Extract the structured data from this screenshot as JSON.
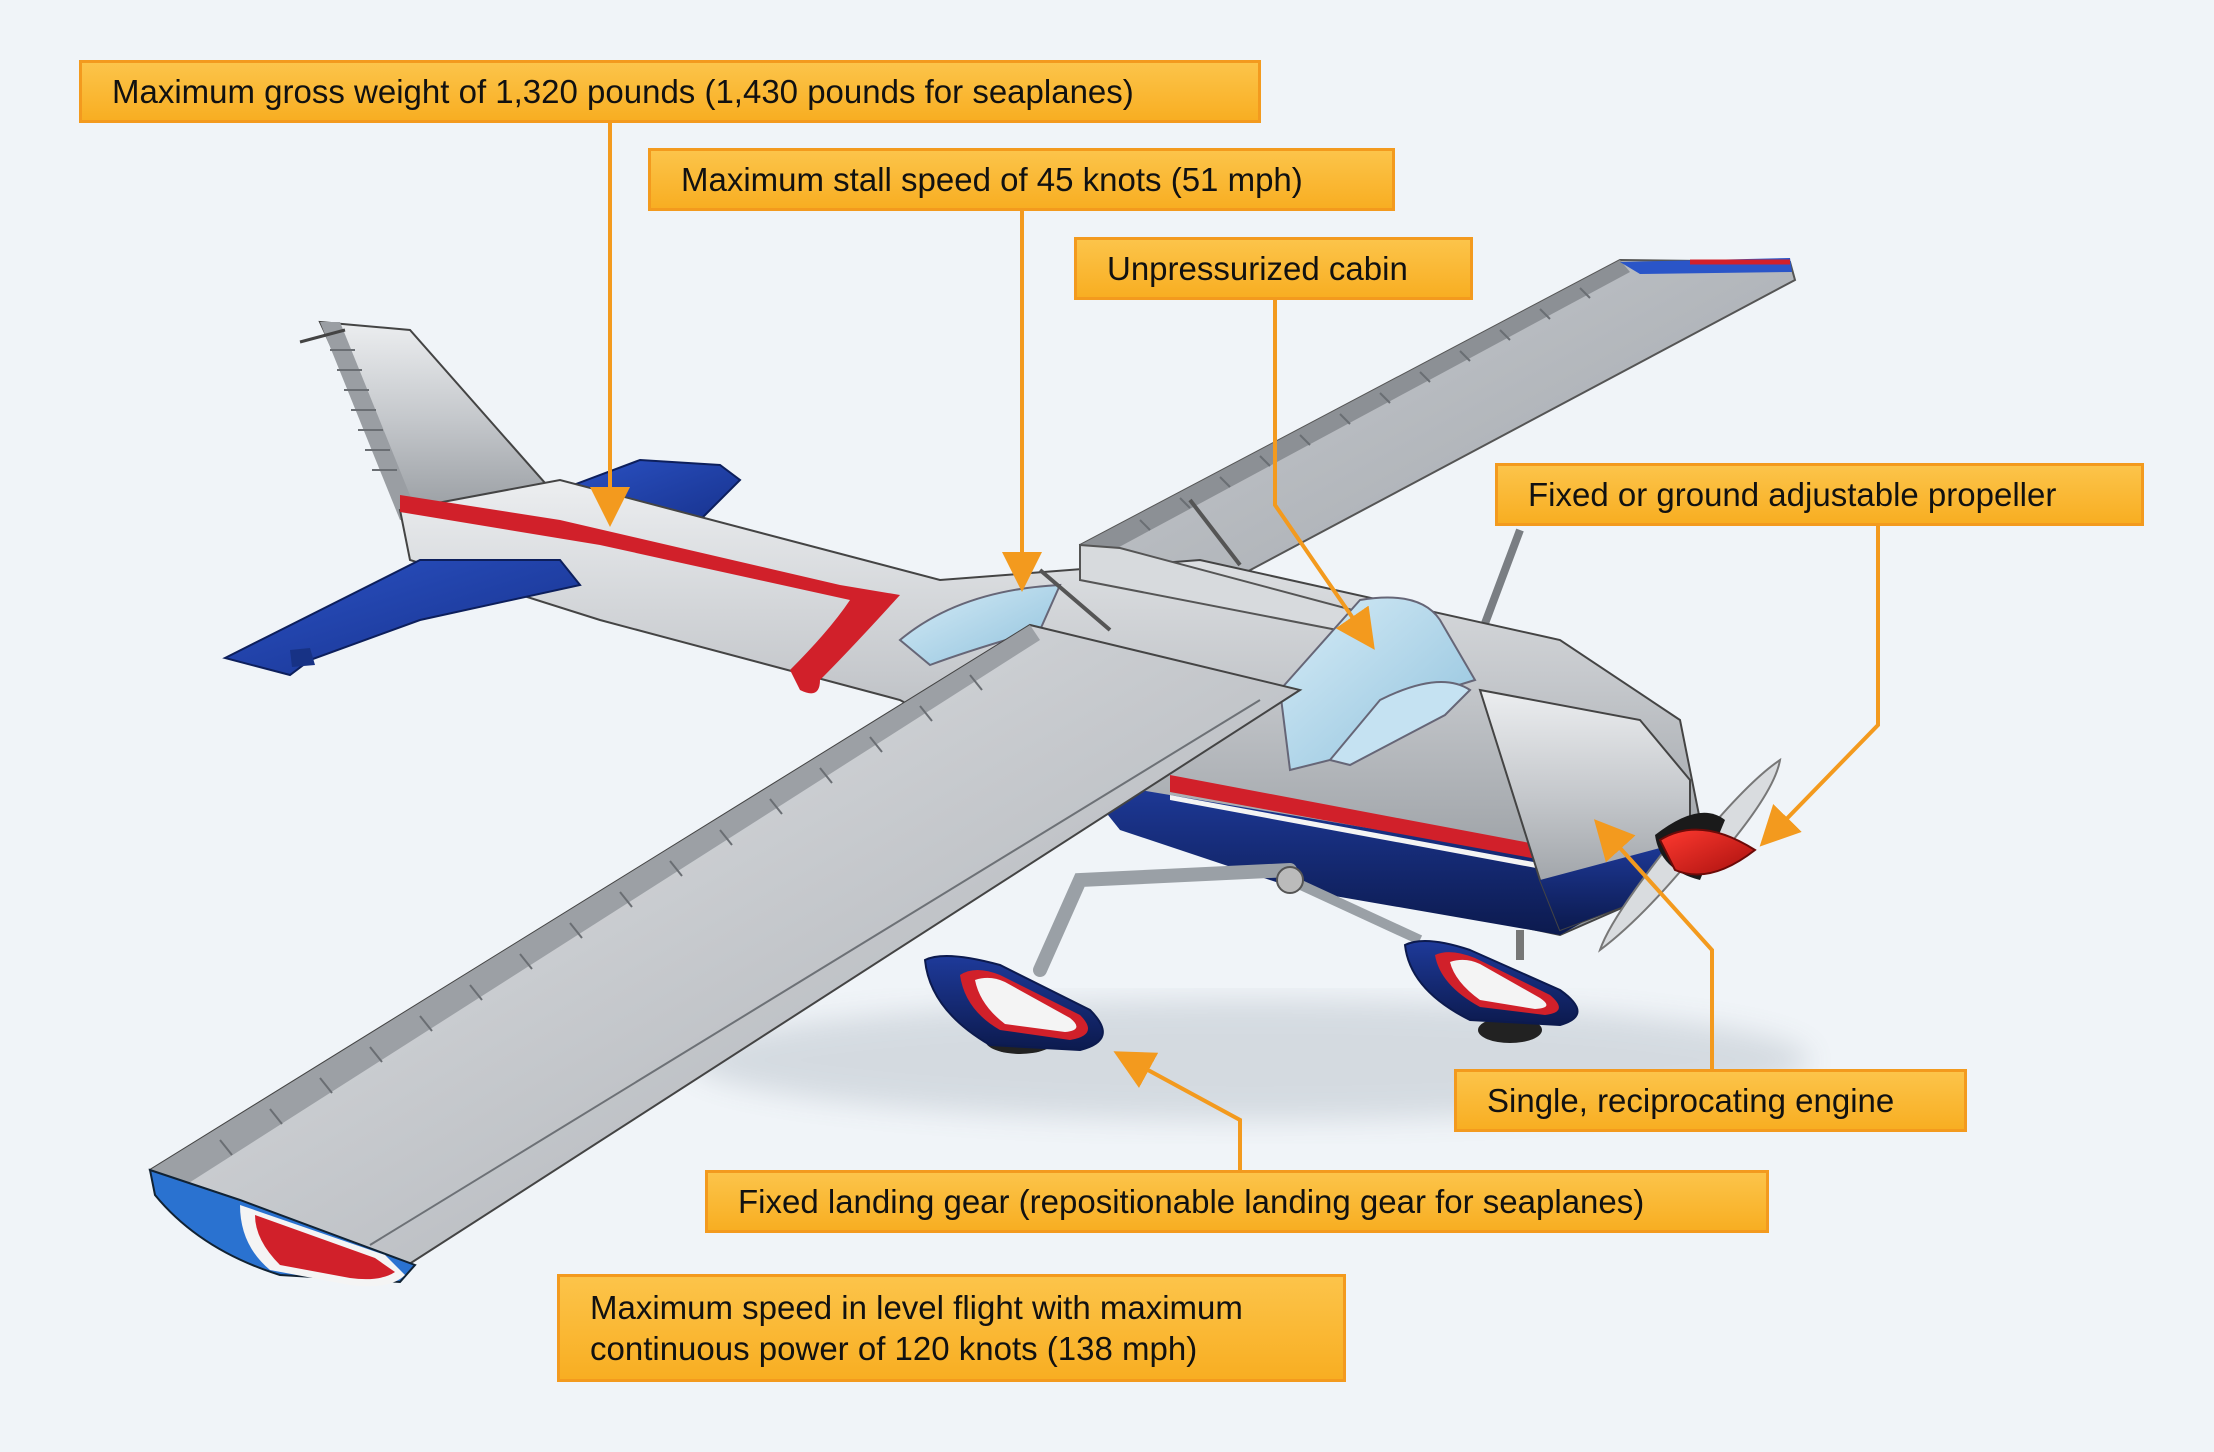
{
  "callouts": {
    "gross_weight": "Maximum gross weight of 1,320 pounds (1,430 pounds for seaplanes)",
    "stall_speed": "Maximum stall speed of 45 knots (51 mph)",
    "cabin": "Unpressurized cabin",
    "propeller": "Fixed or ground adjustable propeller",
    "engine": "Single, reciprocating engine",
    "landing_gear": "Fixed landing gear (repositionable landing gear for seaplanes)",
    "max_speed_line1": "Maximum speed in level flight with maximum",
    "max_speed_line2": "continuous power of 120 knots (138 mph)"
  },
  "colors": {
    "background": "#f0f4f8",
    "callout_fill": "#fbb732",
    "callout_border": "#f39a1e",
    "leader_line": "#f39a1e",
    "fuselage_silver": "#c9ccd0",
    "stripe_red": "#d1202a",
    "accent_blue": "#1f3f9e",
    "canopy": "#a9d3ea"
  }
}
